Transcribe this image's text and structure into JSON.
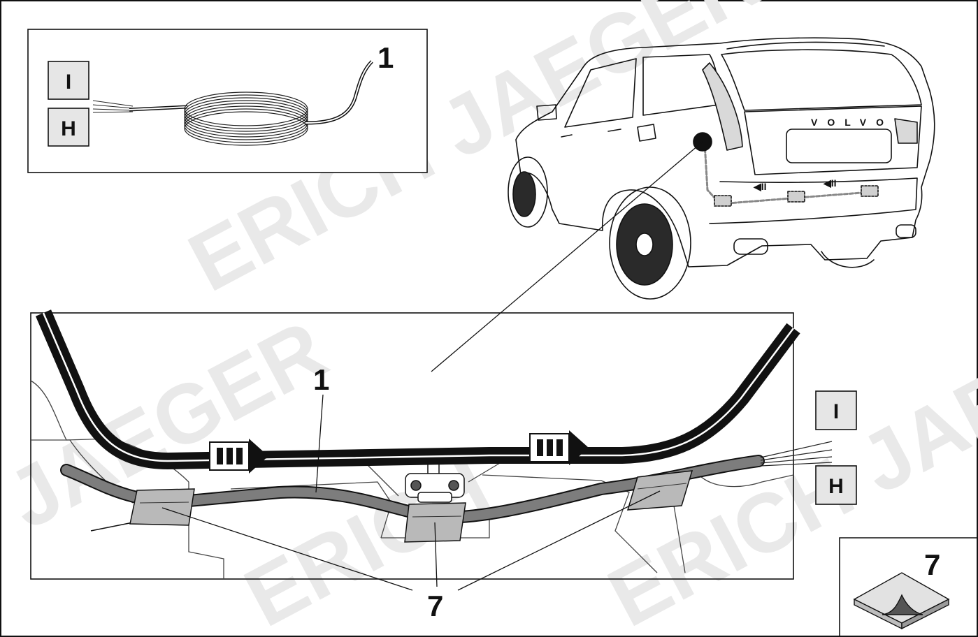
{
  "watermark": {
    "text": "ERICH JAEGER",
    "text_short_1": "JAEGER",
    "text_short_2": "ERICH"
  },
  "callouts": {
    "cable_top": "1",
    "cable_main": "1",
    "tape_main": "7",
    "tape_inset": "7"
  },
  "connector_labels": {
    "top_i": "I",
    "top_h": "H",
    "right_i": "I",
    "right_h": "H"
  },
  "car": {
    "badge_text": "VOLVO"
  },
  "colors": {
    "cable_gray": "#7d7d7d",
    "tape_gray": "#b9b9b9",
    "seal_black": "#111111",
    "label_box_fill": "#e6e6e6",
    "watermark": "#e9e9e9"
  }
}
